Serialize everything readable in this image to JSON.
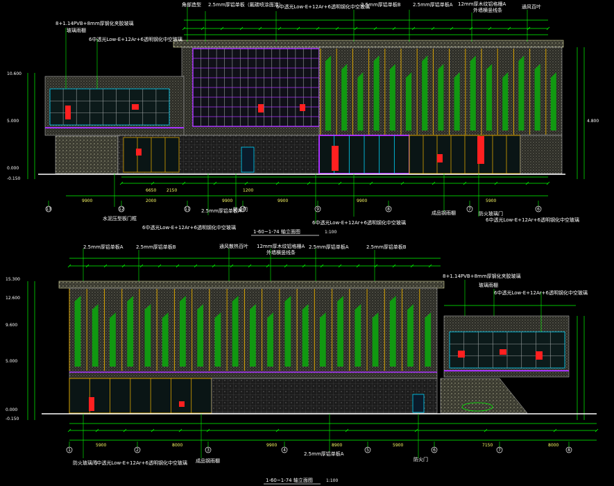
{
  "colors": {
    "background": "#000000",
    "annotation": "#00ff00",
    "facade_green": "#119911",
    "hatch": "#8a8a78",
    "mullion": "#d9a300",
    "glass_cyan": "#00d8ff",
    "door_red": "#ff2020",
    "purple_band": "#aa33ff",
    "text": "#ffffff",
    "dim_text": "#ffff66"
  },
  "top_elevation": {
    "callouts": [
      {
        "id": "t1",
        "text": "角部造型"
      },
      {
        "id": "t2",
        "text": "2.5mm厚铝单板（氟碳喷涂面漆）"
      },
      {
        "id": "t3",
        "text": "6中透光Low-E+12Ar+6透明钢化中空玻璃"
      },
      {
        "id": "t4",
        "text": "2.5mm厚铝单板B"
      },
      {
        "id": "t5",
        "text": "2.5mm厚铝单板A"
      },
      {
        "id": "t6",
        "text": "12mm厚木纹铝格栅A"
      },
      {
        "id": "t7",
        "text": "外墙横竖线条"
      },
      {
        "id": "t8",
        "text": "通风百叶"
      },
      {
        "id": "t9",
        "text": "8+1.14PVB+8mm厚钢化夹胶玻璃"
      },
      {
        "id": "t10",
        "text": "玻璃雨棚"
      },
      {
        "id": "t11",
        "text": "6中透光Low-E+12Ar+6透明钢化中空玻璃"
      }
    ],
    "level_labels": [
      "10.600",
      "5.000",
      "4.800",
      "0.000",
      "-0.150"
    ],
    "bottom_dims": [
      "9900",
      "2000",
      "9900",
      "9900",
      "9900",
      "5900",
      "6650",
      "2150",
      "1200"
    ],
    "axis_bubbles": [
      "13",
      "12",
      "11",
      "10",
      "9",
      "8",
      "7",
      "6"
    ],
    "bottom_notes": [
      {
        "id": "b1",
        "text": "水泥压型板门框"
      },
      {
        "id": "b2",
        "text": "2.5mm厚铝单板A"
      },
      {
        "id": "b3",
        "text": "防火门"
      },
      {
        "id": "b4",
        "text": "6中透光Low-E+12Ar+6透明钢化中空玻璃"
      },
      {
        "id": "b5",
        "text": "6中透光Low-E+12Ar+6透明钢化中空玻璃"
      },
      {
        "id": "b6",
        "text": "成品钢雨棚"
      },
      {
        "id": "b7",
        "text": "防火玻璃门"
      },
      {
        "id": "b8",
        "text": "6中透光Low-E+12Ar+6透明钢化中空玻璃"
      }
    ],
    "title": "1-60~1-74 轴立面图",
    "scale": "1:100"
  },
  "bottom_elevation": {
    "callouts": [
      {
        "id": "u1",
        "text": "2.5mm厚铝单板A"
      },
      {
        "id": "u2",
        "text": "2.5mm厚铝单板B"
      },
      {
        "id": "u3",
        "text": "通风散热百叶"
      },
      {
        "id": "u4",
        "text": "12mm厚木纹铝格栅A"
      },
      {
        "id": "u5",
        "text": "外墙横竖线条"
      },
      {
        "id": "u6",
        "text": "2.5mm厚铝单板A"
      },
      {
        "id": "u7",
        "text": "2.5mm厚铝单板B"
      },
      {
        "id": "u8",
        "text": "8+1.14PVB+8mm厚钢化夹胶玻璃"
      },
      {
        "id": "u9",
        "text": "玻璃雨棚"
      },
      {
        "id": "u10",
        "text": "6中透光Low-E+12Ar+6透明钢化中空玻璃"
      }
    ],
    "level_labels": [
      "15.300",
      "12.600",
      "9.600",
      "5.000",
      "0.000",
      "-0.150"
    ],
    "bottom_dims": [
      "5900",
      "8000",
      "9900",
      "8900",
      "5900",
      "7150",
      "8000"
    ],
    "axis_bubbles": [
      "1",
      "2",
      "3",
      "4",
      "5",
      "6",
      "7",
      "8"
    ],
    "bottom_notes": [
      {
        "id": "n1",
        "text": "防火玻璃门"
      },
      {
        "id": "n2",
        "text": "6中透光Low-E+12Ar+6透明钢化中空玻璃"
      },
      {
        "id": "n3",
        "text": "成品钢雨棚"
      },
      {
        "id": "n4",
        "text": "2.5mm厚铝单板A"
      },
      {
        "id": "n5",
        "text": "防火门"
      }
    ],
    "title": "1-60~1-74 轴立面图",
    "scale": "1:100"
  }
}
